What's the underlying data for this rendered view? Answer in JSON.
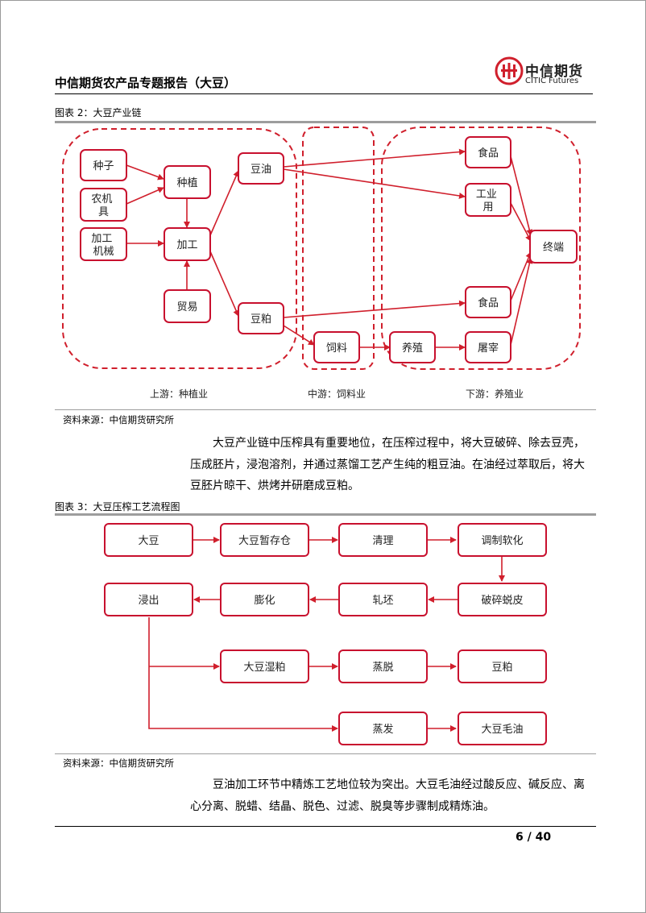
{
  "header": {
    "title": "中信期货农产品专题报告（大豆）",
    "logo_cn": "中信期货",
    "logo_en": "CITIC Futures"
  },
  "figure2": {
    "title": "图表 2：大豆产业链",
    "nodes": {
      "seed": "种子",
      "farm_machinery": "农机具",
      "processing_machinery": "加工机械",
      "planting": "种植",
      "processing": "加工",
      "trade": "贸易",
      "soy_oil": "豆油",
      "soy_meal": "豆粕",
      "feed": "饲料",
      "breeding": "养殖",
      "food1": "食品",
      "industrial": "工业用",
      "food2": "食品",
      "slaughter": "屠宰",
      "terminal": "终端"
    },
    "labels": {
      "upstream": "上游：种植业",
      "midstream": "中游：饲料业",
      "downstream": "下游：养殖业"
    },
    "source": "资料来源：中信期货研究所"
  },
  "paragraph1": "大豆产业链中压榨具有重要地位，在压榨过程中，将大豆破碎、除去豆壳，压成胚片，浸泡溶剂，并通过蒸馏工艺产生纯的粗豆油。在油经过萃取后，将大豆胚片晾干、烘烤并研磨成豆粕。",
  "figure3": {
    "title": "图表 3：大豆压榨工艺流程图",
    "nodes": {
      "soybean": "大豆",
      "storage": "大豆暂存仓",
      "cleaning": "清理",
      "conditioning": "调制软化",
      "leaching": "浸出",
      "expansion": "膨化",
      "flaking": "轧坯",
      "dehulling": "破碎蜕皮",
      "wet_meal": "大豆湿粕",
      "desolventizing": "蒸脱",
      "meal": "豆粕",
      "evaporation": "蒸发",
      "crude_oil": "大豆毛油"
    },
    "source": "资料来源：中信期货研究所"
  },
  "paragraph2": "豆油加工环节中精炼工艺地位较为突出。大豆毛油经过酸反应、碱反应、离心分离、脱蜡、结晶、脱色、过滤、脱臭等步骤制成精炼油。",
  "footer": {
    "page": "6  /  40"
  },
  "colors": {
    "accent": "#d01f2c",
    "rule_gray": "#9d9d9d"
  }
}
